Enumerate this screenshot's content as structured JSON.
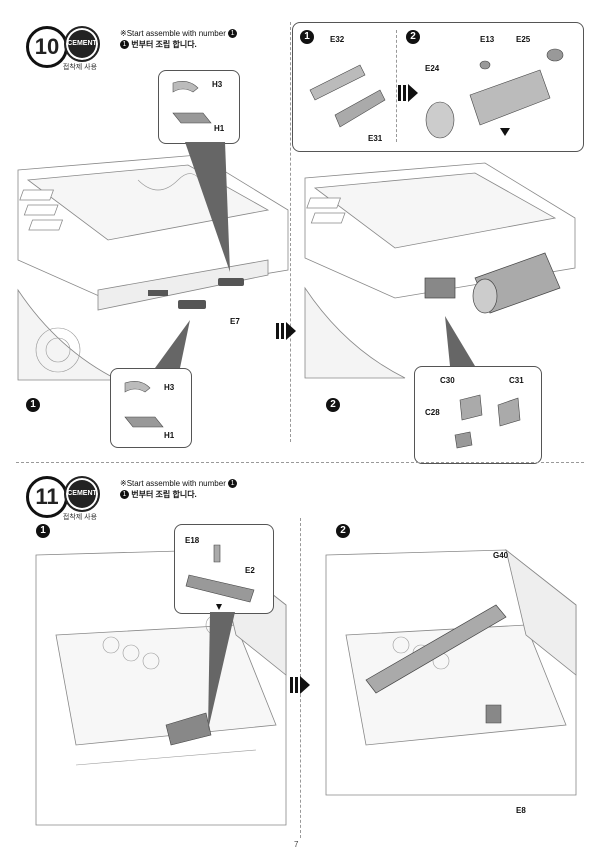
{
  "page_number": "7",
  "steps": [
    {
      "number": "10",
      "cement_label": "CEMENT",
      "cement_sub": "접착제 사용",
      "note_en": "※Start assemble with number",
      "note_kr": "번부터 조립 합니다.",
      "note_marker": "1",
      "subs": [
        {
          "marker": "1",
          "parts": [
            "H3",
            "H1",
            "E7",
            "H3",
            "H1"
          ]
        },
        {
          "marker": "2",
          "parts": [
            "E32",
            "E31",
            "E13",
            "E25",
            "E24",
            "C30",
            "C31",
            "C28"
          ]
        }
      ],
      "sub_header_marker": "2"
    },
    {
      "number": "11",
      "cement_label": "CEMENT",
      "cement_sub": "접착제 사용",
      "note_en": "※Start assemble with number",
      "note_kr": "번부터 조립 합니다.",
      "note_marker": "1",
      "subs": [
        {
          "marker": "1",
          "parts": [
            "E18",
            "E2"
          ]
        },
        {
          "marker": "2",
          "parts": [
            "G40",
            "E8"
          ]
        }
      ]
    }
  ],
  "icons": {
    "next_arrow": "double-bar-arrow-icon",
    "direction_arrow": "triangle-arrow-icon"
  }
}
